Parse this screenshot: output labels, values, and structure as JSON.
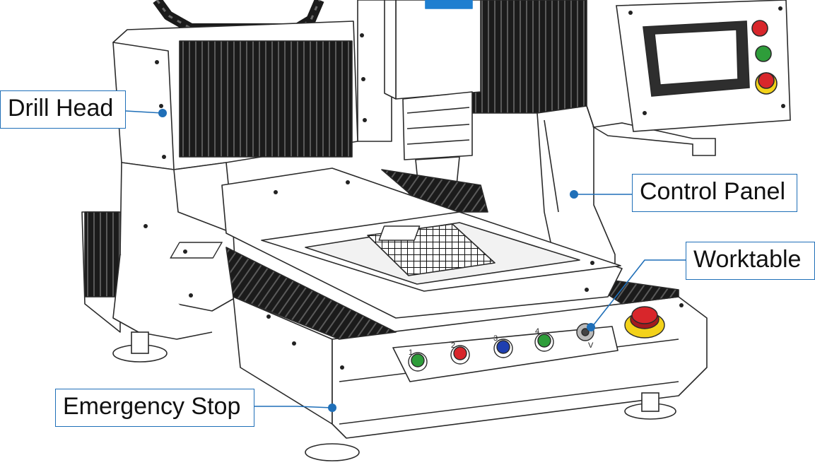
{
  "labels": {
    "drill_head": "Drill Head",
    "control_panel": "Control Panel",
    "worktable": "Worktable",
    "emergency_stop": "Emergency Stop"
  },
  "button_panel": {
    "numbers": [
      "1",
      "2",
      "3",
      "4"
    ],
    "key_mark": "V"
  },
  "colors": {
    "callout": "#1f6fb8",
    "line_art": "#2a2a2a",
    "bellows": "#1b1b1b",
    "button_green": "#2e9d3a",
    "button_red": "#d8262b",
    "button_blue": "#1f3fb0",
    "estop_ring": "#f3d21a",
    "accent_blue": "#1f7fd0"
  },
  "icons": [
    "drill-head-icon",
    "control-panel-icon",
    "worktable-icon",
    "emergency-stop-icon",
    "cable-chain-icon"
  ]
}
